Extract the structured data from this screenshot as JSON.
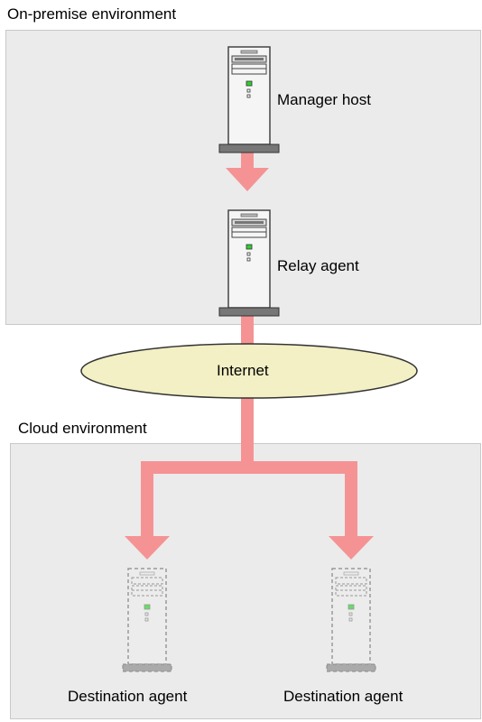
{
  "zones": {
    "on_premise": {
      "label": "On-premise environment"
    },
    "cloud": {
      "label": "Cloud environment"
    }
  },
  "nodes": {
    "manager_host": {
      "label": "Manager host"
    },
    "relay_agent": {
      "label": "Relay agent"
    },
    "internet": {
      "label": "Internet"
    },
    "destination_agent_left": {
      "label": "Destination agent"
    },
    "destination_agent_right": {
      "label": "Destination agent"
    }
  },
  "colors": {
    "zone_fill": "#ebebeb",
    "arrow": "#f59394",
    "internet_fill": "#f2f0c4",
    "server_fill": "#f5f5f5",
    "server_base": "#777777",
    "led_green": "#33cc33"
  }
}
